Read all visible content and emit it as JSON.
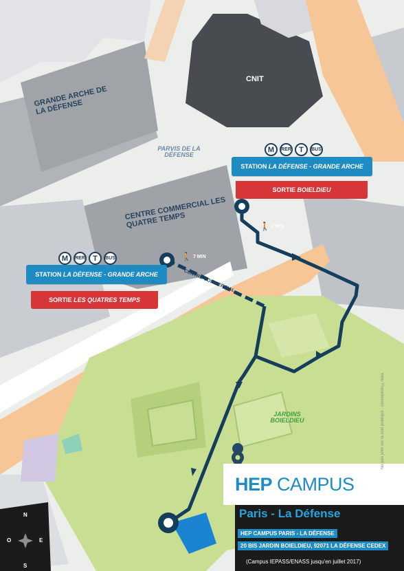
{
  "map": {
    "landmarks": {
      "grande_arche": "GRANDE ARCHE DE LA DÉFENSE",
      "cnit": "CNIT",
      "parvis": "PARVIS DE LA DÉFENSE",
      "centre_commercial": "CENTRE COMMERCIAL LES QUATRE TEMPS",
      "jardins": "JARDINS BOIELDIEU",
      "path_label": "CENTRE COMMERCIAL"
    },
    "stations": [
      {
        "prefix": "STATION ",
        "name": "LA DÉFENSE - GRANDE ARCHE",
        "exit_prefix": "SORTIE ",
        "exit_name": "BOIELDIEU",
        "icons": [
          "M",
          "RER",
          "T",
          "BUS"
        ],
        "walk": "7 MIN"
      },
      {
        "prefix": "STATION ",
        "name": "LA DÉFENSE - GRANDE ARCHE",
        "exit_prefix": "SORTIE ",
        "exit_name": "LES QUATRES TEMPS",
        "icons": [
          "M",
          "RER",
          "T",
          "BUS"
        ],
        "walk": "7 MIN"
      }
    ],
    "colors": {
      "route": "#153d5c",
      "station_blue": "#1e8bc3",
      "exit_red": "#d63637",
      "park_green": "#c4dc8e",
      "road_orange": "#f6c697",
      "building_gray": "#a9acb1",
      "dark_building": "#55585c",
      "destination_blue": "#1a84d2"
    },
    "compass": {
      "n": "N",
      "s": "S",
      "e": "E",
      "o": "O"
    }
  },
  "card": {
    "brand_bold": "HEP",
    "brand_rest": " CAMPUS",
    "city": "Paris - La Défense",
    "line1": "HEP CAMPUS PARIS - LA DÉFENSE",
    "line2": "20 BIS JARDIN BOIELDIEU, 92071 LA DÉFENSE CEDEX",
    "note": "(Campus IEPASS/ENASS jusqu'en juillet 2017)"
  },
  "credit": "Ne pas jeter sur la voie publique · conception ©nouveaux"
}
